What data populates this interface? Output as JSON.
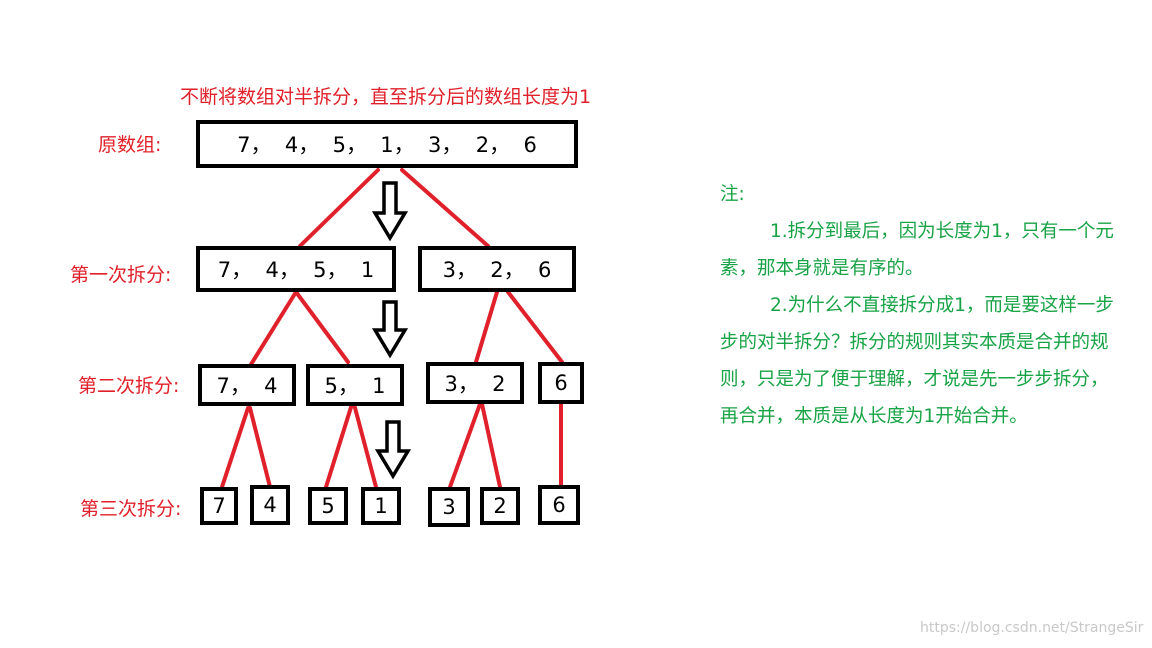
{
  "heading": "不断将数组对半拆分，直至拆分后的数组长度为1",
  "rows": {
    "original_label": "原数组:",
    "first_label": "第一次拆分:",
    "second_label": "第二次拆分:",
    "third_label": "第三次拆分:"
  },
  "boxes": {
    "original": "7，  4，  5，  1，  3，  2，  6",
    "first_left": "7，  4，  5，  1",
    "first_right": "3，  2，  6",
    "second_1": "7，  4",
    "second_2": "5，  1",
    "second_3": "3，  2",
    "second_4": "6",
    "third_1": "7",
    "third_2": "4",
    "third_3": "5",
    "third_4": "1",
    "third_5": "3",
    "third_6": "2",
    "third_7": "6"
  },
  "note": {
    "title": "注:",
    "p1": "1.拆分到最后，因为长度为1，只有一个元素，那本身就是有序的。",
    "p2": "2.为什么不直接拆分成1，而是要这样一步步的对半拆分？拆分的规则其实本质是合并的规则，只是为了便于理解，才说是先一步步拆分，再合并，本质是从长度为1开始合并。"
  },
  "watermark": "https://blog.csdn.net/StrangeSir",
  "colors": {
    "title_red": "#e0202a",
    "note_green": "#18a346",
    "line_red": "#e0202a",
    "box_border": "#000000"
  }
}
